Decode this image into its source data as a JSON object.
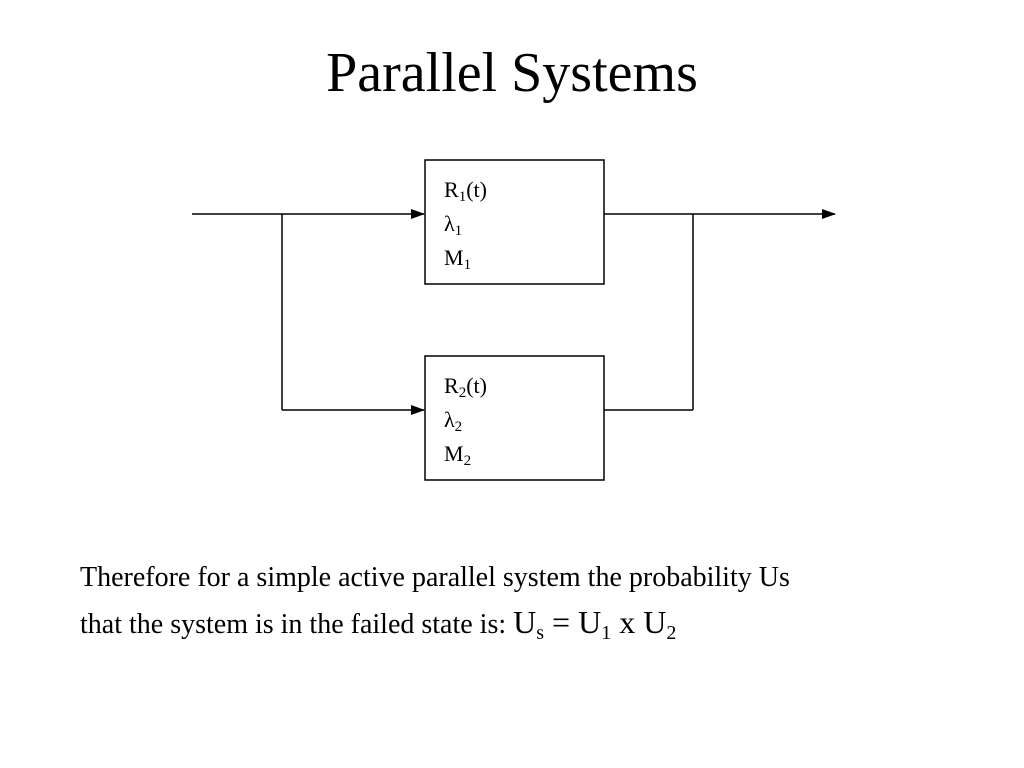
{
  "slide": {
    "title": "Parallel Systems"
  },
  "diagram": {
    "block1": {
      "reliability_symbol": "R",
      "reliability_sub": "1",
      "reliability_arg": "(t)",
      "failure_rate_symbol": "λ",
      "failure_rate_sub": "1",
      "maintain_symbol": "M",
      "maintain_sub": "1"
    },
    "block2": {
      "reliability_symbol": "R",
      "reliability_sub": "2",
      "reliability_arg": "(t)",
      "failure_rate_symbol": "λ",
      "failure_rate_sub": "2",
      "maintain_symbol": "M",
      "maintain_sub": "2"
    }
  },
  "caption": {
    "line1": "Therefore for a simple active parallel system the probability Us",
    "line2": "that the system  is in the failed state is: ",
    "formula": {
      "lhs": "U",
      "lhs_sub": "s",
      "equals": " = ",
      "term1": "U",
      "term1_sub": "1",
      "times": " x ",
      "term2": "U",
      "term2_sub": "2"
    }
  }
}
